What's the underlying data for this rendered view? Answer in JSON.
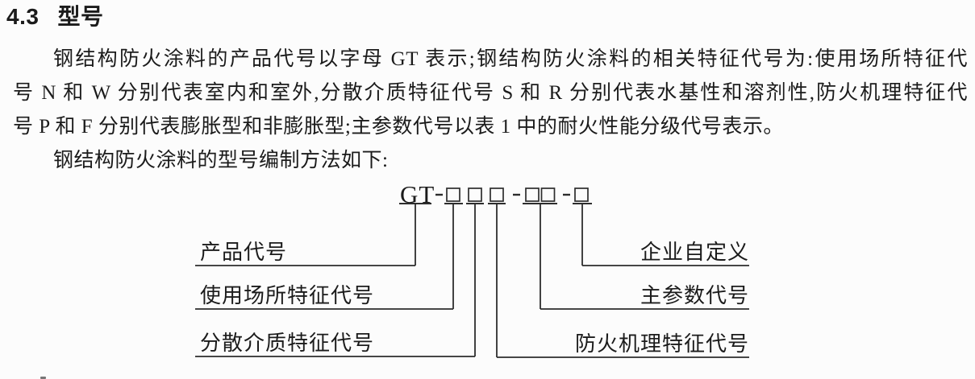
{
  "heading": {
    "number": "4.3",
    "title": "型号"
  },
  "paragraph1": {
    "lines": [
      "钢结构防火涂料的产品代号以字母 GT 表示;钢结构防火涂料的相关特征代号为:使用场所特征代",
      "号 N 和 W 分别代表室内和室外,分散介质特征代号 S 和 R 分别代表水基性和溶剂性,防火机理特征代",
      "号 P 和 F 分别代表膨胀型和非膨胀型;主参数代号以表 1 中的耐火性能分级代号表示。"
    ]
  },
  "paragraph2": "钢结构防火涂料的型号编制方法如下:",
  "diagram": {
    "pattern": "GT-□□□-□□-□",
    "code_prefix": "GT",
    "callouts_left": [
      {
        "label": "产品代号"
      },
      {
        "label": "使用场所特征代号"
      },
      {
        "label": "分散介质特征代号"
      }
    ],
    "callouts_right": [
      {
        "label": "企业自定义"
      },
      {
        "label": "主参数代号"
      },
      {
        "label": "防火机理特征代号"
      }
    ],
    "colors": {
      "text": "#1b1b1b",
      "line": "#2d2d2d",
      "background": "#fcfcfc"
    }
  }
}
